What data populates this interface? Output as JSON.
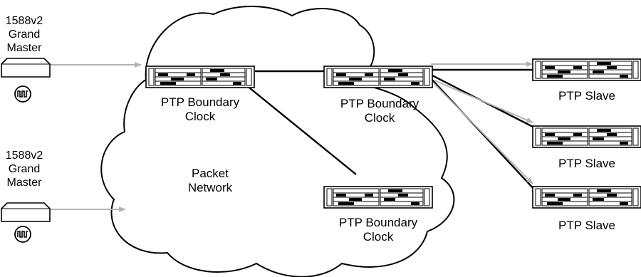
{
  "grand_master_1": {
    "line1": "1588v2",
    "line2": "Grand",
    "line3": "Master"
  },
  "grand_master_2": {
    "line1": "1588v2",
    "line2": "Grand",
    "line3": "Master"
  },
  "boundary_clock_1": {
    "line1": "PTP Boundary",
    "line2": "Clock"
  },
  "boundary_clock_2": {
    "line1": "PTP Boundary",
    "line2": "Clock"
  },
  "boundary_clock_3": {
    "line1": "PTP Boundary",
    "line2": "Clock"
  },
  "network": {
    "line1": "Packet",
    "line2": "Network"
  },
  "slaves": [
    {
      "label": "PTP Slave"
    },
    {
      "label": "PTP Slave"
    },
    {
      "label": "PTP Slave"
    }
  ],
  "colors": {
    "line": "#000000",
    "arrow": "#b3b3b3",
    "cloud_fill": "#ffffff"
  }
}
